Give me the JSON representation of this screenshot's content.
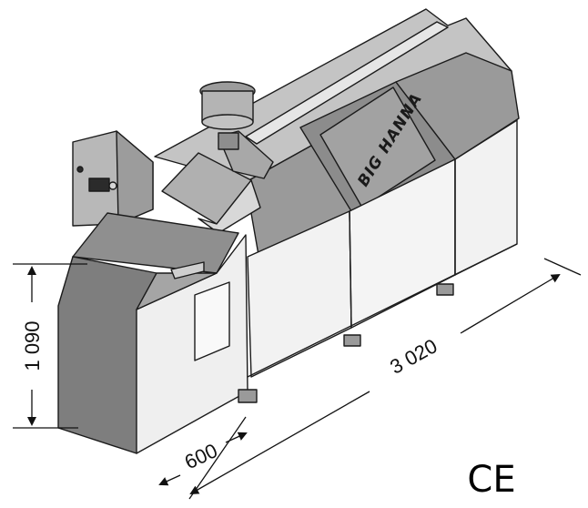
{
  "brand_label": "BIG HANNA",
  "dimensions": {
    "height": "1 090",
    "width": "600",
    "length": "3 020"
  },
  "certification_mark": "CE",
  "colors": {
    "top_panel": "#b9b9b9",
    "dark_panel": "#8f8f8f",
    "light_panel": "#f2f2f2",
    "outline": "#1b1b1b"
  }
}
